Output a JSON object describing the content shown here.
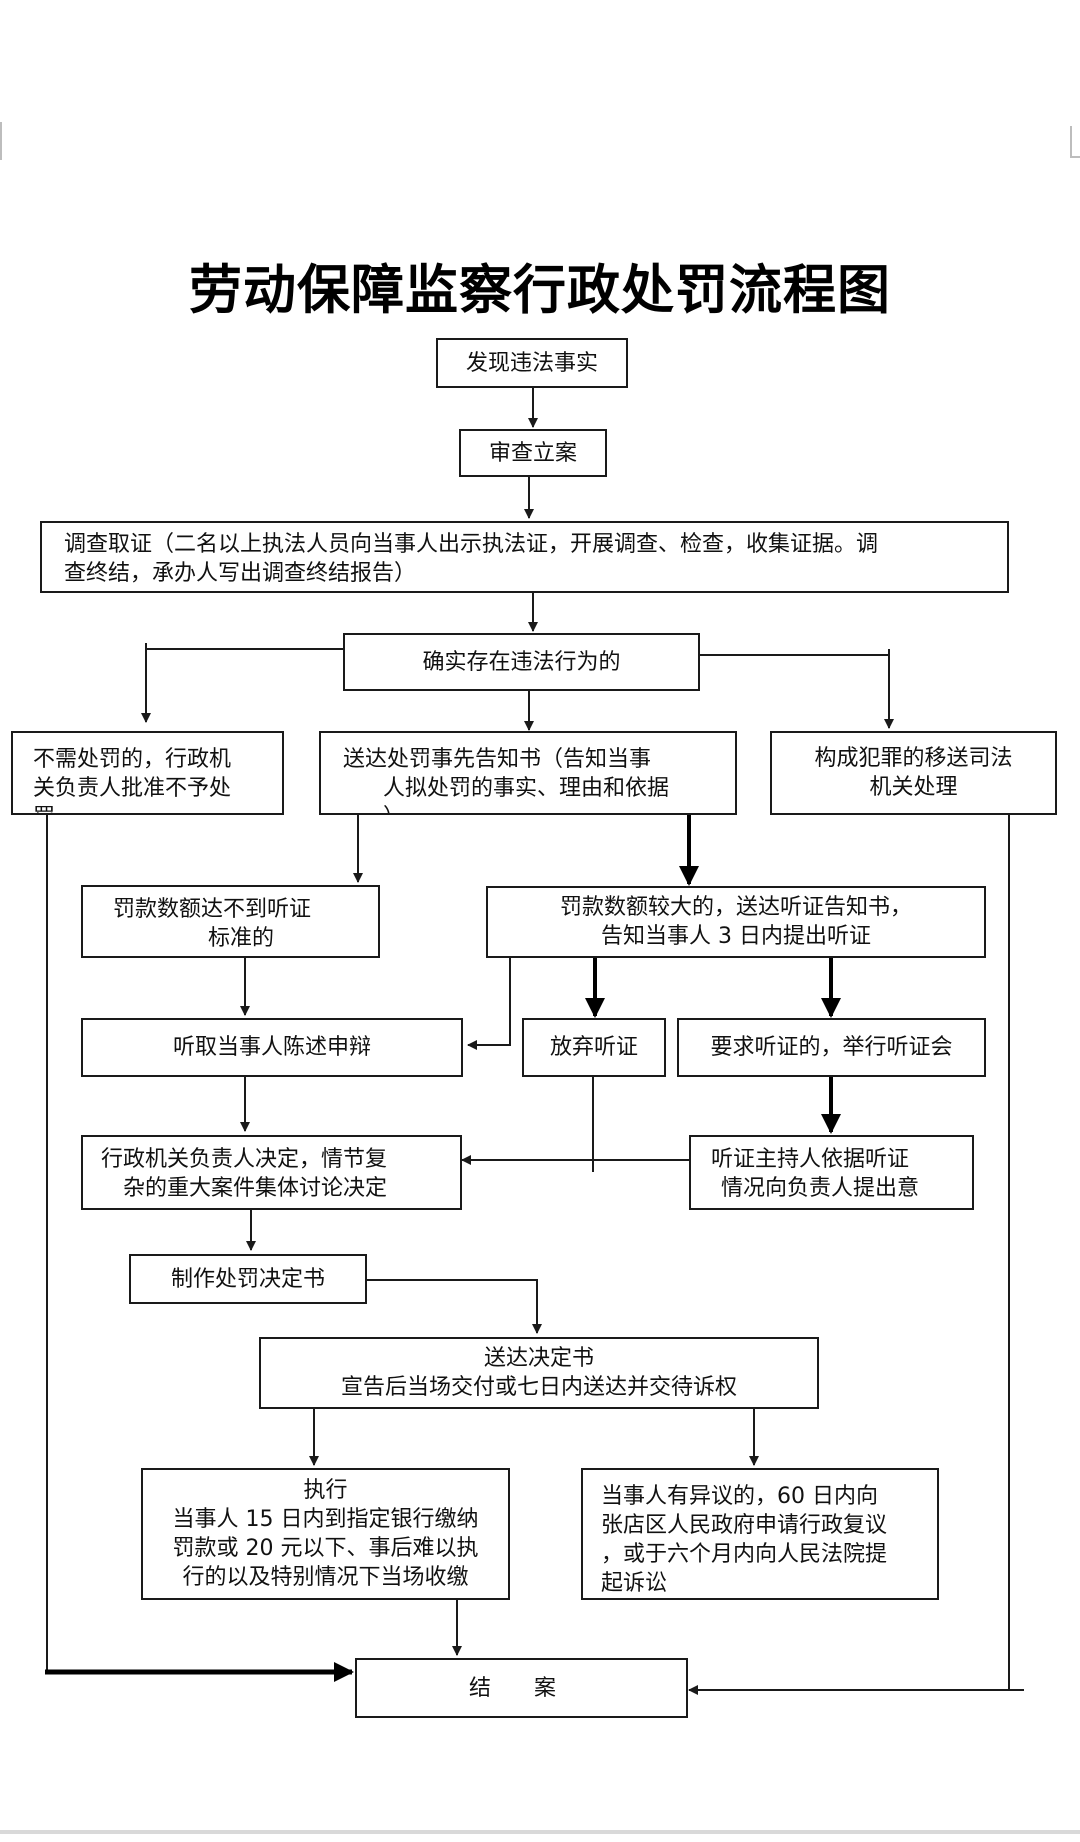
{
  "title": "劳动保障监察行政处罚流程图",
  "nodes": {
    "discover": [
      "发现违法事实"
    ],
    "register": [
      "审查立案"
    ],
    "investigate": [
      "调查取证（二名以上执法人员向当事人出示执法证，开展调查、检查，收集证据。调",
      "查终结，承办人写出调查终结报告）"
    ],
    "confirmed": [
      "确实存在违法行为的"
    ],
    "no_penalty": [
      "不需处罚的，行政机",
      "关负责人批准不予处",
      "罚"
    ],
    "prior_notice": [
      "送达处罚事先告知书（告知当事",
      "人拟处罚的事实、理由和依据",
      "）"
    ],
    "criminal": [
      "构成犯罪的移送司法",
      "机关处理"
    ],
    "below_standard": [
      "罚款数额达不到听证",
      "标准的"
    ],
    "large_fine": [
      "罚款数额较大的，送达听证告知书，",
      "告知当事人 3 日内提出听证"
    ],
    "hear_defense": [
      "听取当事人陈述申辩"
    ],
    "waive": [
      "放弃听证"
    ],
    "request": [
      "要求听证的，举行听证会"
    ],
    "decide": [
      "行政机关负责人决定，情节复",
      "杂的重大案件集体讨论决定"
    ],
    "host": [
      "听证主持人依据听证",
      "情况向负责人提出意"
    ],
    "make_decision": [
      "制作处罚决定书"
    ],
    "deliver": [
      "送达决定书",
      "宣告后当场交付或七日内送达并交待诉权"
    ],
    "execute": [
      "执行",
      "当事人 15 日内到指定银行缴纳",
      "罚款或 20 元以下、事后难以执",
      "行的以及特别情况下当场收缴"
    ],
    "objection": [
      "当事人有异议的，60 日内向",
      "张店区人民政府申请行政复议",
      "，或于六个月内向人民法院提",
      "起诉讼"
    ],
    "close": [
      "结 案"
    ]
  }
}
